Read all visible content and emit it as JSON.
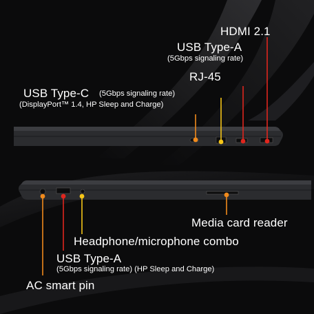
{
  "ports_top": {
    "hdmi": {
      "title": "HDMI 2.1"
    },
    "usb_a": {
      "title": "USB Type-A",
      "subtitle": "(5Gbps signaling rate)"
    },
    "rj45": {
      "title": "RJ-45"
    },
    "usb_c": {
      "title": "USB Type-C",
      "title_note": "(5Gbps signaling rate)",
      "subtitle": "(DisplayPort™ 1.4, HP Sleep and Charge)"
    }
  },
  "ports_bottom": {
    "media_card": {
      "title": "Media card reader"
    },
    "headphone": {
      "title": "Headphone/microphone combo"
    },
    "usb_a": {
      "title": "USB Type-A",
      "subtitle": "(5Gbps signaling rate) (HP Sleep and Charge)"
    },
    "ac_pin": {
      "title": "AC smart pin"
    }
  },
  "colors": {
    "orange": "#f08a1c",
    "red": "#e0261e",
    "yellow": "#f5c518",
    "laptop": "#2a2b2e"
  }
}
